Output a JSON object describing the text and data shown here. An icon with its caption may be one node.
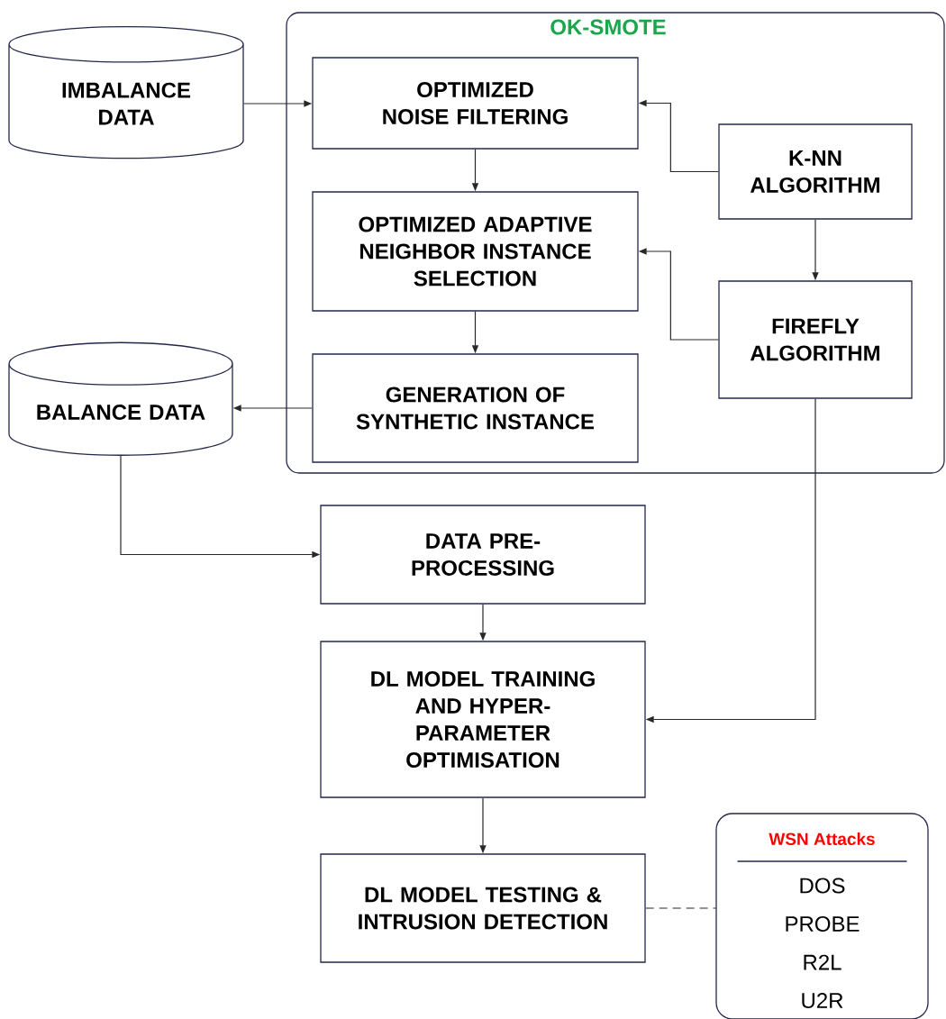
{
  "diagram": {
    "nodes": [
      {
        "text": [
          "OK-SMOTE"
        ]
      },
      {
        "text": [
          "IMBALANCE DATA"
        ]
      },
      {
        "text": [
          "OPTIMIZED NOISE FILTERING"
        ],
        "in": 0
      },
      {
        "text": [
          "OPTIMIZED ADAPTIVE NEIGHBOR INSTANCE SELECTION"
        ],
        "in": 0
      },
      {
        "text": [
          "K-NN ALGORITHM"
        ],
        "in": 0
      },
      {
        "text": [
          "FIREFLY ALGORITHM"
        ],
        "in": 0
      },
      {
        "text": [
          "GENERATION OF SYNTHETIC INSTANCE"
        ],
        "in": 0
      },
      {
        "text": [
          "BALANCE DATA"
        ]
      },
      {
        "text": [
          "DATA PRE-PROCESSING"
        ]
      },
      {
        "text": [
          "DL MODEL TRAINING AND HYPER-PARAMETER OPTIMISATION"
        ]
      },
      {
        "text": [
          "DL MODEL TESTING & INTRUSION DETECTION"
        ]
      },
      {
        "text": [
          "WSN Attacks",
          "DOS",
          "PROBE",
          "R2L",
          "U2R"
        ]
      }
    ],
    "edges": [
      {
        "from": 1,
        "to": 2,
        "arrow": "to"
      },
      {
        "from": 2,
        "to": 3,
        "arrow": "to"
      },
      {
        "from": 3,
        "to": 6,
        "arrow": "to"
      },
      {
        "from": 4,
        "to": 2,
        "arrow": "to"
      },
      {
        "from": 4,
        "to": 5,
        "arrow": "to"
      },
      {
        "from": 5,
        "to": 3,
        "arrow": "to"
      },
      {
        "from": 6,
        "to": 7,
        "arrow": "to"
      },
      {
        "from": 7,
        "to": 8,
        "arrow": "to"
      },
      {
        "from": 8,
        "to": 9,
        "arrow": "to"
      },
      {
        "from": 5,
        "to": 9,
        "arrow": "to"
      },
      {
        "from": 9,
        "to": 10,
        "arrow": "to"
      },
      {
        "from": 10,
        "to": 11,
        "arrow": "none",
        "style": "dashed"
      }
    ]
  }
}
